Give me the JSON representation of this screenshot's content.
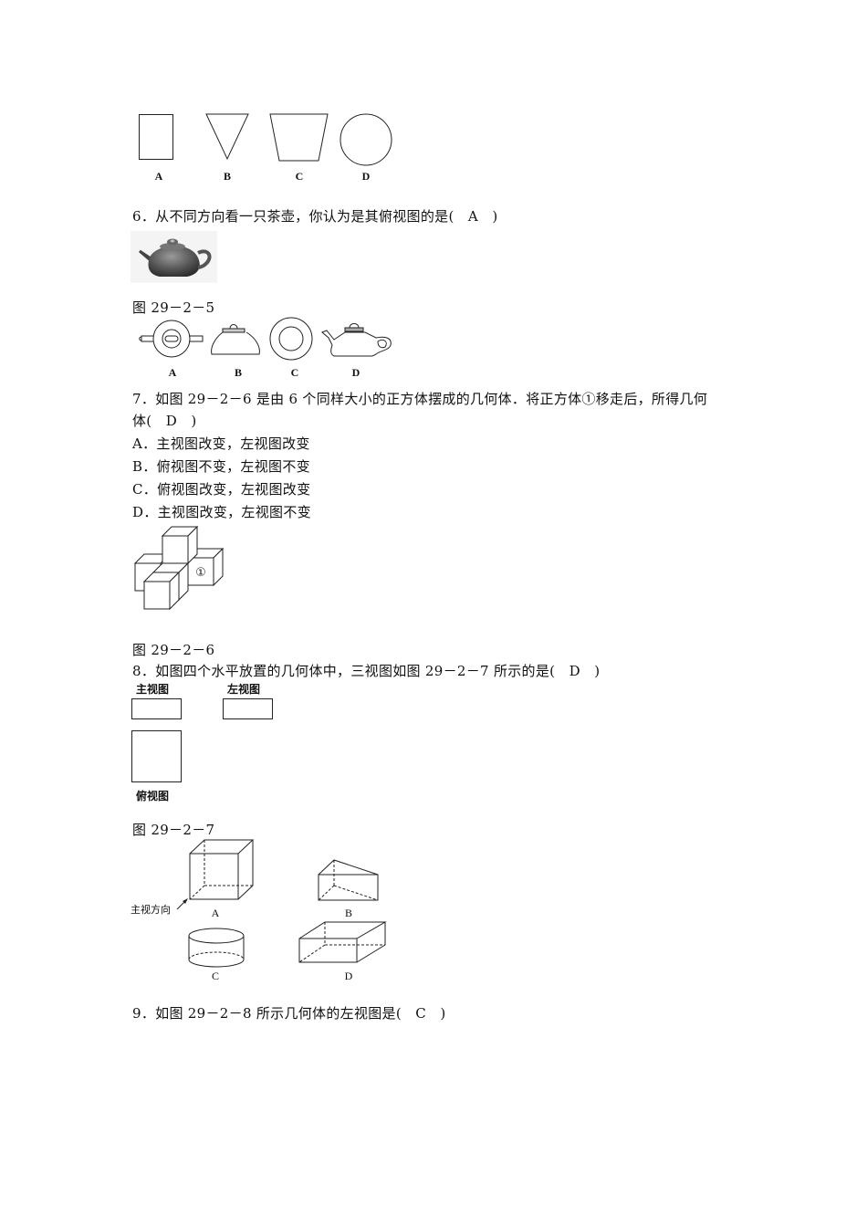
{
  "q5": {
    "options": [
      "A",
      "B",
      "C",
      "D"
    ],
    "shapes": [
      "rectangle",
      "inverted-triangle",
      "inverted-trapezoid",
      "circle"
    ]
  },
  "q6": {
    "text": "6．从不同方向看一只茶壶，你认为是其俯视图的是(　A　)",
    "figure_caption": "图 29－2－5",
    "options": [
      "A",
      "B",
      "C",
      "D"
    ]
  },
  "q7": {
    "text_line1": "7．如图 29－2－6 是由 6 个同样大小的正方体摆成的几何体．将正方体①移走后，所得几何",
    "text_line2": "体(　D　)",
    "choices": [
      "A．主视图改变，左视图改变",
      "B．俯视图不变，左视图不变",
      "C．俯视图改变，左视图改变",
      "D．主视图改变，左视图不变"
    ],
    "cube_marker": "①",
    "figure_caption": "图 29－2－6"
  },
  "q8": {
    "text": "8．如图四个水平放置的几何体中，三视图如图 29－2－7 所示的是(　D　)",
    "view_labels": {
      "front": "主视图",
      "left": "左视图",
      "top": "俯视图"
    },
    "figure_caption": "图 29－2－7",
    "direction_label": "主视方向",
    "options": [
      "A",
      "B",
      "C",
      "D"
    ]
  },
  "q9": {
    "text": "9．如图 29－2－8 所示几何体的左视图是(　C　)"
  }
}
